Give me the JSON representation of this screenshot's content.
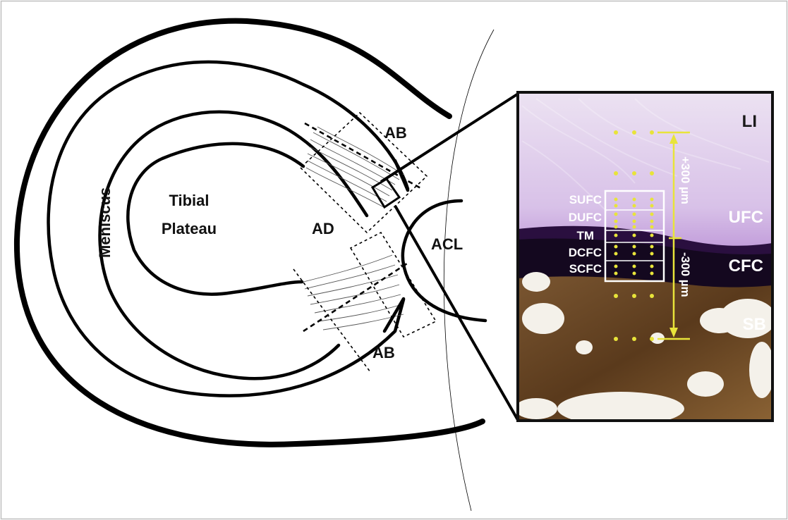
{
  "labels": {
    "meniscus": "Meniscus",
    "tibial_plateau_line1": "Tibial",
    "tibial_plateau_line2": "Plateau",
    "ab_top": "AB",
    "ab_bottom": "AB",
    "ad": "AD",
    "acl": "ACL"
  },
  "inset": {
    "zones": [
      "LI",
      "UFC",
      "CFC",
      "SB"
    ],
    "sublayers": [
      "SUFC",
      "DUFC",
      "TM",
      "DCFC",
      "SCFC"
    ],
    "scale_plus": "+300 µm",
    "scale_minus": "-300 µm"
  },
  "colors": {
    "line": "#000000",
    "marker_yellow": "#e8e43a",
    "cartilage_purple": "#a978c9",
    "calcified_dark": "#1a0a2a",
    "bone_brown": "#6b4a2a"
  }
}
